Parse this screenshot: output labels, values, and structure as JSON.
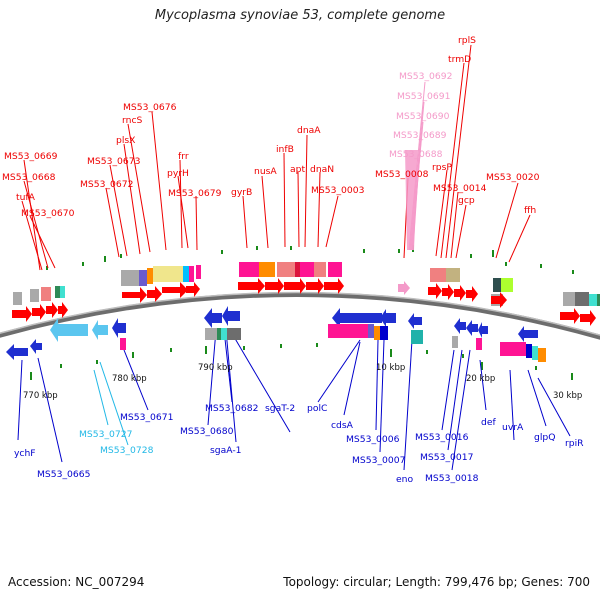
{
  "title": "Mycoplasma synoviae 53, complete genome",
  "footer": {
    "accession": "Accession: NC_007294",
    "summary": "Topology: circular; Length: 799,476 bp; Genes: 700"
  },
  "colors": {
    "forward_label": "#ee0000",
    "reverse_label": "#0000cc",
    "pink_label": "#f49ac9",
    "cyan_label": "#22b8e6",
    "backbone": "#888888"
  },
  "scale_labels": [
    "770 kbp",
    "780 kbp",
    "790 kbp",
    "10 kbp",
    "20 kbp",
    "30 kbp"
  ],
  "forward_labels": [
    "rplS",
    "trmD",
    "MS53_0692",
    "MS53_0691",
    "MS53_0690",
    "MS53_0689",
    "MS53_0688",
    "rpsP",
    "MS53_0008",
    "MS53_0014",
    "gcp",
    "MS53_0020",
    "ffh",
    "MS53_0676",
    "rncS",
    "plsX",
    "MS53_0673",
    "MS53_0672",
    "MS53_0669",
    "MS53_0668",
    "tufA",
    "MS53_0670",
    "frr",
    "pyrH",
    "MS53_0679",
    "gyrB",
    "nusA",
    "infB",
    "apt",
    "dnaA",
    "dnaN",
    "MS53_0003"
  ],
  "reverse_labels": [
    "ychF",
    "MS53_0665",
    "MS53_0727",
    "MS53_0728",
    "MS53_0671",
    "MS53_0680",
    "MS53_0682",
    "sgaA-1",
    "sgaT-2",
    "polC",
    "cdsA",
    "MS53_0006",
    "MS53_0007",
    "eno",
    "MS53_0016",
    "MS53_0017",
    "MS53_0018",
    "def",
    "uvrA",
    "glpQ",
    "rpiR"
  ]
}
